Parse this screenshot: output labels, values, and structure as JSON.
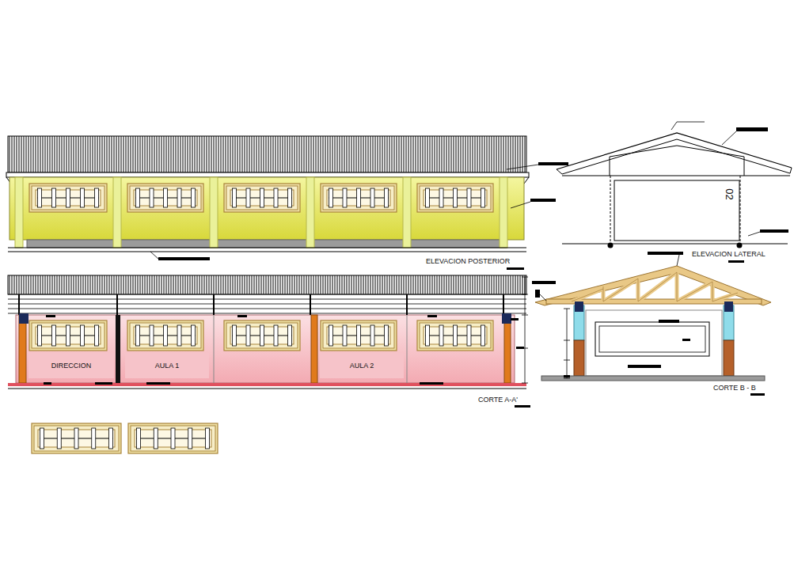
{
  "diagram": {
    "nodes": [
      {
        "text": [
          "DIRECCION"
        ]
      },
      {
        "text": [
          "AULA 1"
        ]
      },
      {
        "text": [
          "AULA 2"
        ]
      }
    ],
    "labels": [
      "ELEVACION POSTERIOR",
      "ELEVACION LATERAL",
      "02",
      "CORTE A-A'",
      "CORTE B - B"
    ]
  }
}
